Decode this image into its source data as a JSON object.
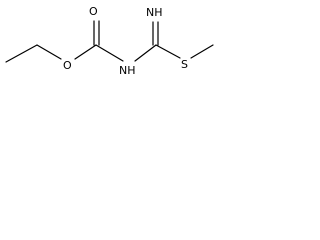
{
  "molecule": {
    "atoms": {
      "carbonyl_oxygen": "O",
      "ester_oxygen": "O",
      "amide_nitrogen": "NH",
      "imine_nitrogen": "NH",
      "sulfur": "S"
    }
  }
}
